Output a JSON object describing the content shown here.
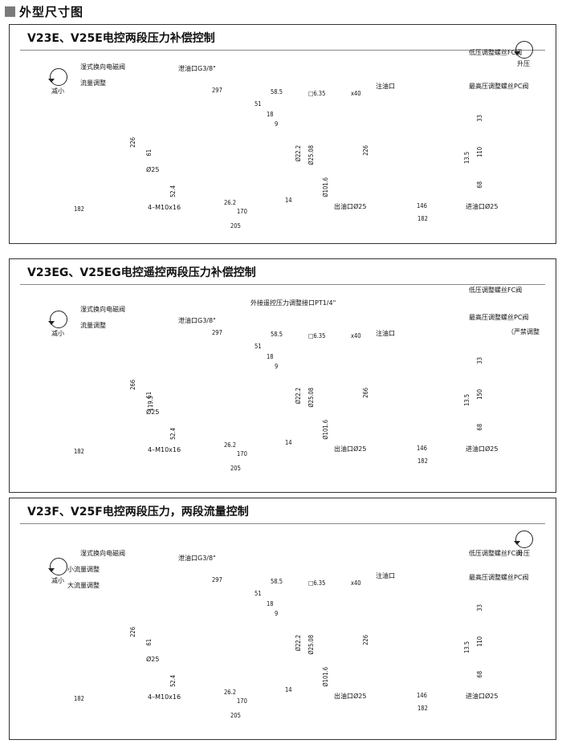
{
  "section_header": "外型尺寸图",
  "common": {
    "reduce": "减小",
    "increase": "升压",
    "drain": "泄油口G3/8\"",
    "fill": "注油口",
    "outlet": "出油口Ø25",
    "inlet": "进油口Ø25",
    "bore": "Ø25",
    "bolts": "4–M10x16",
    "low_fc": "低压调整螺丝FC阀",
    "high_pc": "最高压调整螺丝PC阀",
    "key": "□6.35",
    "key_x": "x40",
    "d297": "297",
    "d58_5": "58.5",
    "d51": "51",
    "d18": "18",
    "d9": "9",
    "d14": "14",
    "d26_2": "26.2",
    "d170": "170",
    "d205": "205",
    "d182": "182",
    "d146": "146",
    "d61": "61",
    "d52_4": "52.4",
    "d33": "33",
    "d110": "110",
    "d150": "150",
    "d68": "68",
    "d13_5": "13.5",
    "d226": "226",
    "d266": "266",
    "d119_5": "119.5",
    "shaft1": "Ø22.2",
    "shaft2": "Ø25.08",
    "pilot": "Ø101.6"
  },
  "panels": [
    {
      "title": "V23E、V25E电控两段压力补偿控制",
      "solenoid": "湿式换向电磁阀",
      "flow": "流量调整",
      "height": "226",
      "right_mid": "110"
    },
    {
      "title": "V23EG、V25EG电控遥控两段压力补偿控制",
      "solenoid": "湿式换向电磁阀",
      "flow": "流量调整",
      "remote": "外接遥控压力调整接口PT1/4\"",
      "low_fc": "低压调整螺丝FC阀",
      "high_pc": "最高压调整螺丝PC阀",
      "strict": "（严禁调整",
      "height": "266",
      "right_mid": "150"
    },
    {
      "title": "V23F、V25F电控两段压力，两段流量控制",
      "solenoid": "湿式换向电磁阀",
      "small_flow": "小流量调整",
      "large_flow": "大流量调整",
      "height": "226",
      "right_mid": "110"
    }
  ]
}
